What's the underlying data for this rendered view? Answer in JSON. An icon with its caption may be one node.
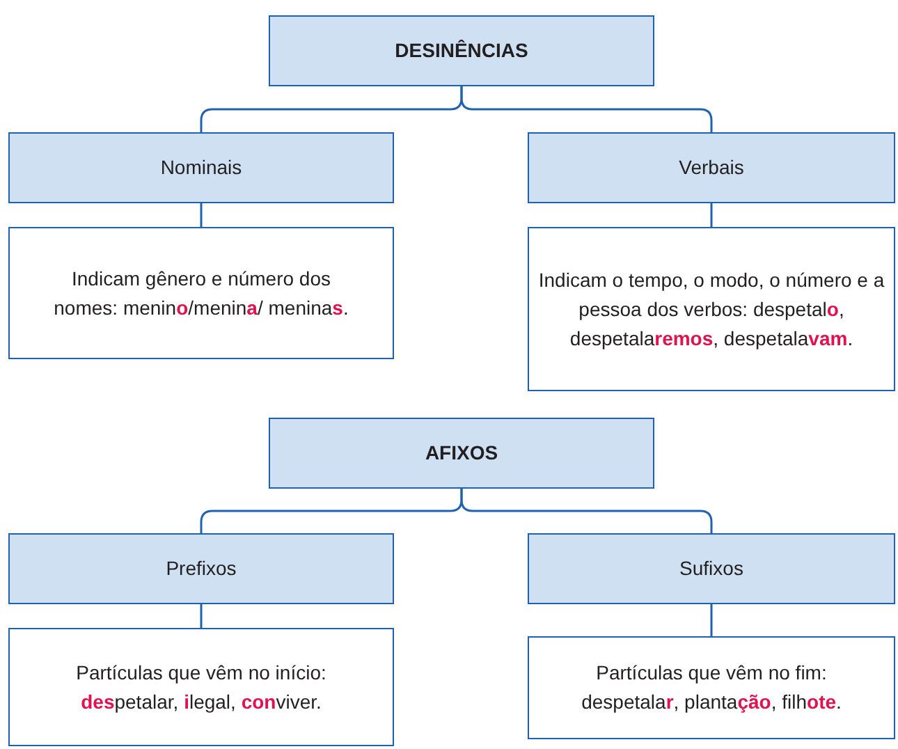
{
  "diagram": {
    "nodes": [
      {
        "text": [
          "DESINÊNCIAS"
        ]
      },
      {
        "text": [
          "Nominais"
        ]
      },
      {
        "text": [
          "Verbais"
        ]
      },
      {
        "text": [
          "Indicam gênero e número dos nomes: menin**o**/menin**a**/ menina**s**."
        ]
      },
      {
        "text": [
          "Indicam o tempo, o modo, o número e a pessoa dos verbos: despetal**o**, despetala**remos**, despetala**vam**."
        ]
      },
      {
        "text": [
          "AFIXOS"
        ]
      },
      {
        "text": [
          "Prefixos"
        ]
      },
      {
        "text": [
          "Sufixos"
        ]
      },
      {
        "text": [
          "Partículas que vêm no início: **des**petalar, **i**legal, **con**viver."
        ]
      },
      {
        "text": [
          "Partículas que vêm no fim: despetala**r**, planta**ção**, filh**ote**."
        ]
      }
    ],
    "edges": [
      {
        "from": 0,
        "to": 1,
        "arrow": "none"
      },
      {
        "from": 0,
        "to": 2,
        "arrow": "none"
      },
      {
        "from": 1,
        "to": 3,
        "arrow": "none"
      },
      {
        "from": 2,
        "to": 4,
        "arrow": "none"
      },
      {
        "from": 5,
        "to": 6,
        "arrow": "none"
      },
      {
        "from": 5,
        "to": 7,
        "arrow": "none"
      },
      {
        "from": 6,
        "to": 8,
        "arrow": "none"
      },
      {
        "from": 7,
        "to": 9,
        "arrow": "none"
      }
    ]
  }
}
